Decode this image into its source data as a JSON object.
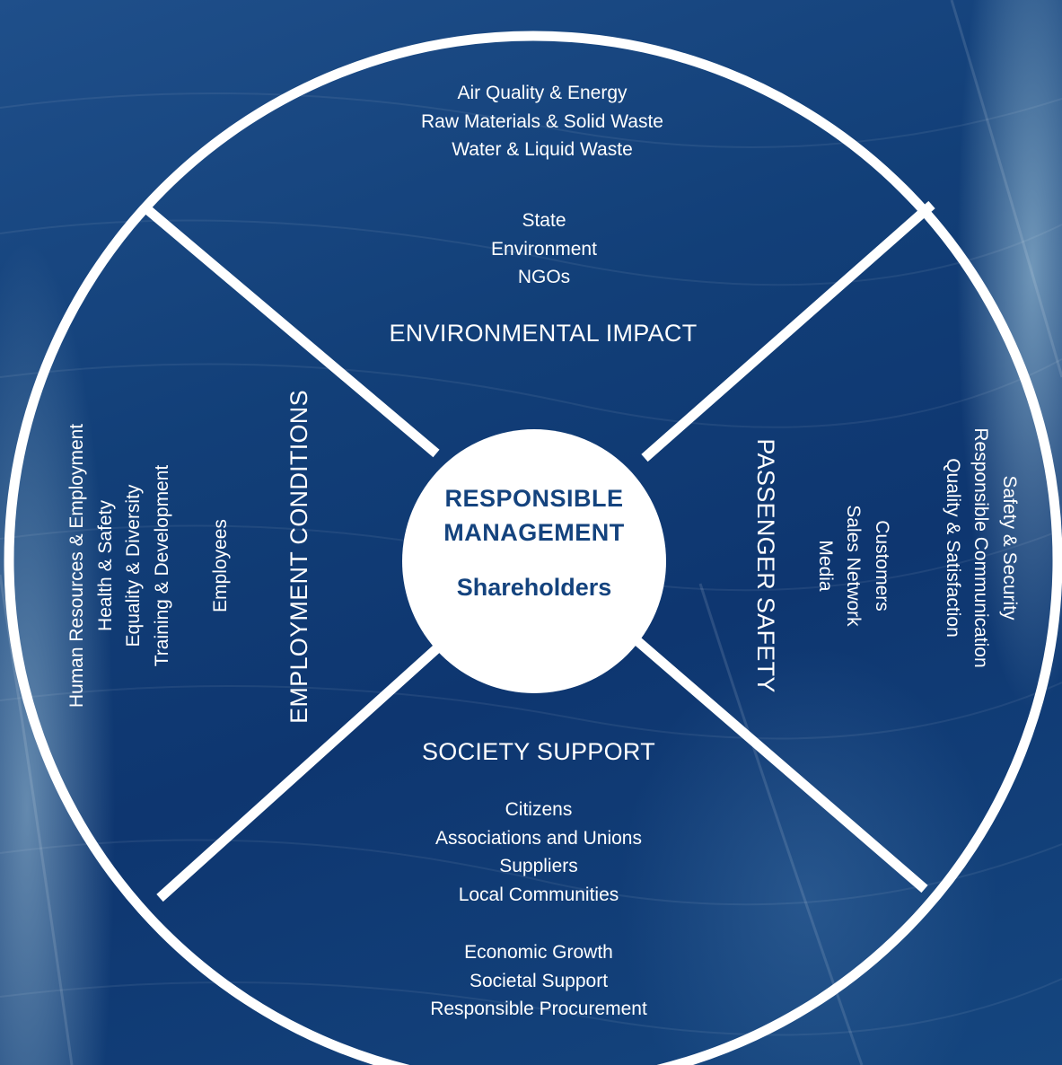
{
  "center": {
    "title_line1": "RESPONSIBLE",
    "title_line2": "MANAGEMENT",
    "subtitle": "Shareholders"
  },
  "sectors": {
    "environmental": {
      "heading": "ENVIRONMENTAL IMPACT",
      "topics": [
        "Air Quality & Energy",
        "Raw Materials & Solid Waste",
        "Water & Liquid Waste"
      ],
      "stakeholders": [
        "State",
        "Environment",
        "NGOs"
      ]
    },
    "passenger": {
      "heading": "PASSENGER SAFETY",
      "stakeholders": [
        "Customers",
        "Sales Network",
        "Media"
      ],
      "topics": [
        "Safety & Security",
        "Responsible Communication",
        "Quality & Satisfaction"
      ]
    },
    "society": {
      "heading": "SOCIETY SUPPORT",
      "stakeholders": [
        "Citizens",
        "Associations and Unions",
        "Suppliers",
        "Local Communities"
      ],
      "topics": [
        "Economic Growth",
        "Societal Support",
        "Responsible Procurement"
      ]
    },
    "employment": {
      "heading": "EMPLOYMENT CONDITIONS",
      "stakeholders": [
        "Employees"
      ],
      "topics": [
        "Human Resources & Employment",
        "Health & Safety",
        "Equality & Diversity",
        "Training & Development"
      ]
    }
  },
  "colors": {
    "ocean_dark": "#0e3670",
    "ocean_light": "#1f4f8a",
    "ring": "#ffffff",
    "center_text": "#14437e"
  }
}
